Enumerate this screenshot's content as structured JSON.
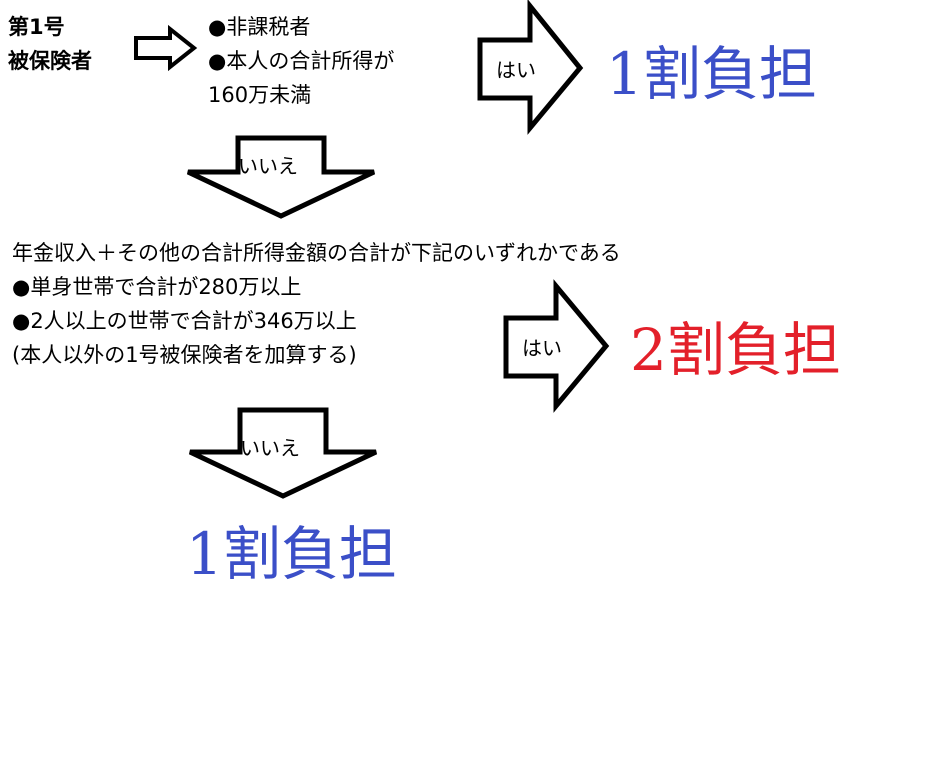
{
  "colors": {
    "blue": "#3b4fc8",
    "red": "#e3202a",
    "black": "#000000"
  },
  "subject": {
    "line1": "第1号",
    "line2": "被保険者"
  },
  "step1": {
    "conditions": [
      "●非課税者",
      "●本人の合計所得が",
      "160万未満"
    ],
    "yes_label": "はい",
    "yes_result": "1割負担",
    "no_label": "いいえ"
  },
  "step2": {
    "heading": "年金収入＋その他の合計所得金額の合計が下記のいずれかである",
    "conditions": [
      "●単身世帯で合計が280万以上",
      "●2人以上の世帯で合計が346万以上",
      "(本人以外の1号被保険者を加算する)"
    ],
    "yes_label": "はい",
    "yes_result": "2割負担",
    "no_label": "いいえ",
    "no_result": "1割負担"
  }
}
